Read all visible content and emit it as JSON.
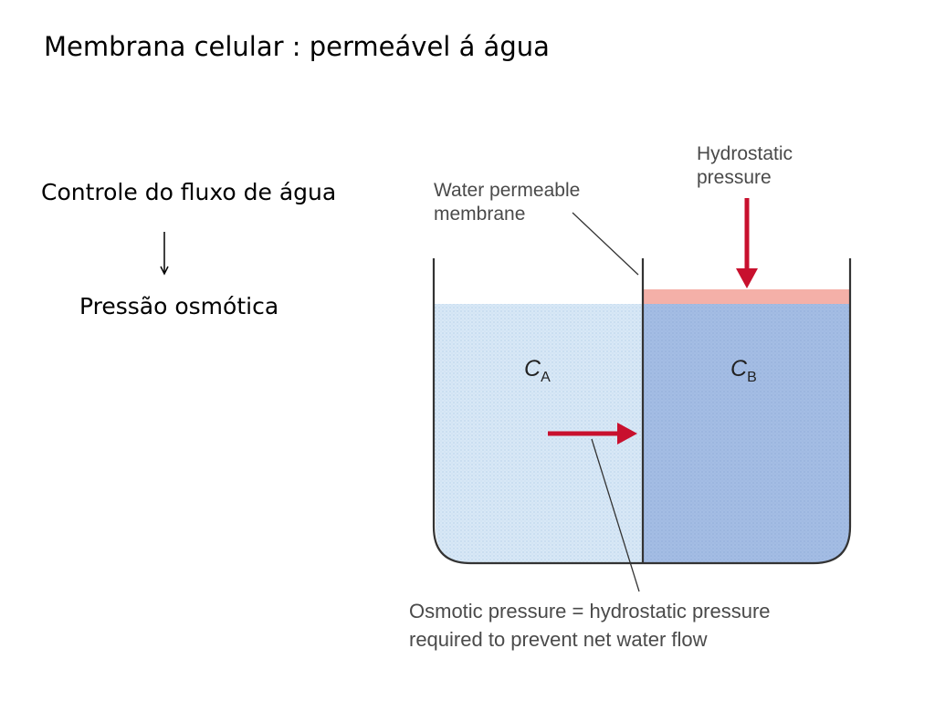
{
  "slide": {
    "title": "Membrana celular : permeável á água",
    "subtitle": "Controle do fluxo de água",
    "result": "Pressão osmótica"
  },
  "diagram": {
    "membrane_label_line1": "Water permeable",
    "membrane_label_line2": "membrane",
    "hydrostatic_label_line1": "Hydrostatic",
    "hydrostatic_label_line2": "pressure",
    "compartment_a_letter": "C",
    "compartment_a_sub": "A",
    "compartment_b_letter": "C",
    "compartment_b_sub": "B",
    "caption_line1": "Osmotic pressure = hydrostatic pressure",
    "caption_line2": "required to prevent net water flow"
  },
  "colors": {
    "solution_a": "#d8e8f6",
    "solution_b": "#a4bde4",
    "extra_column": "#f4b0a8",
    "arrow_red": "#c8102e",
    "outline": "#333333",
    "label_gray": "#4a4a4a"
  }
}
